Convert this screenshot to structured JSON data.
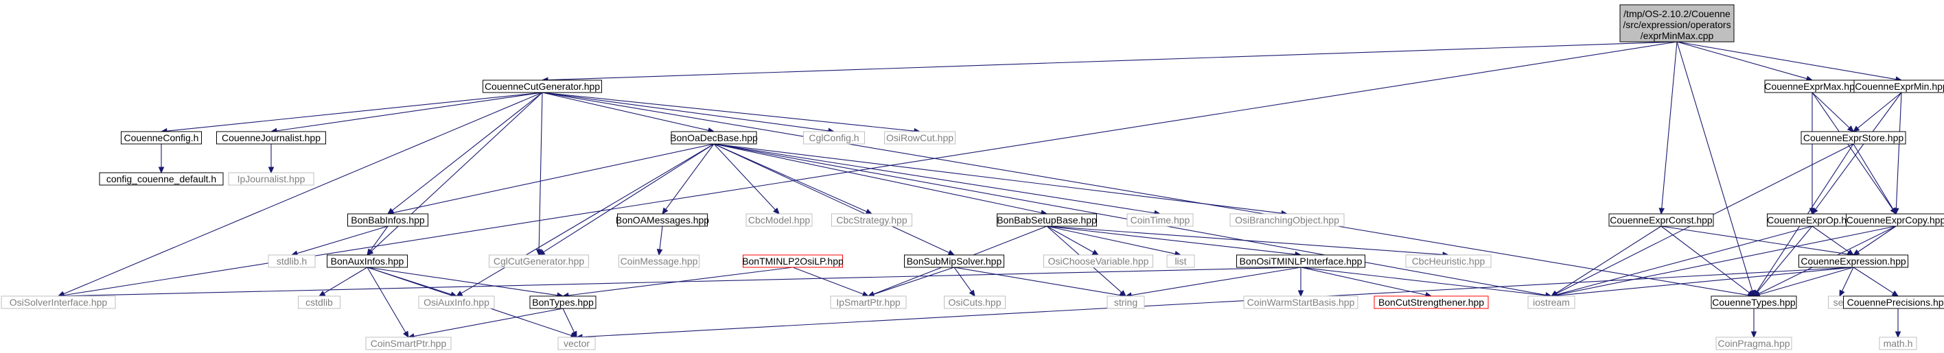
{
  "root": {
    "label_lines": [
      "/tmp/OS-2.10.2/Couenne",
      "/src/expression/operators",
      "/exprMinMax.cpp"
    ]
  },
  "colors": {
    "edge": "#191970",
    "border_normal": "#000000",
    "border_external": "#bfbfbf",
    "border_truncated": "#ff0000",
    "fill_root": "#bfbfbf",
    "text_normal": "#000000",
    "text_external": "#7f7f7f"
  },
  "nodes": [
    {
      "id": "CouenneCutGenerator",
      "label": "CouenneCutGenerator.hpp",
      "kind": "normal"
    },
    {
      "id": "CouenneExprMax",
      "label": "CouenneExprMax.hpp",
      "kind": "normal"
    },
    {
      "id": "CouenneExprMin",
      "label": "CouenneExprMin.hpp",
      "kind": "normal"
    },
    {
      "id": "CouenneConfig",
      "label": "CouenneConfig.h",
      "kind": "normal"
    },
    {
      "id": "CouenneJournalist",
      "label": "CouenneJournalist.hpp",
      "kind": "normal"
    },
    {
      "id": "BonOaDecBase",
      "label": "BonOaDecBase.hpp",
      "kind": "normal"
    },
    {
      "id": "CglConfig",
      "label": "CglConfig.h",
      "kind": "external"
    },
    {
      "id": "OsiRowCut",
      "label": "OsiRowCut.hpp",
      "kind": "external"
    },
    {
      "id": "CouenneExprStore",
      "label": "CouenneExprStore.hpp",
      "kind": "normal"
    },
    {
      "id": "config_couenne",
      "label": "config_couenne_default.h",
      "kind": "normal"
    },
    {
      "id": "IpJournalist",
      "label": "IpJournalist.hpp",
      "kind": "external"
    },
    {
      "id": "BonBabInfos",
      "label": "BonBabInfos.hpp",
      "kind": "normal"
    },
    {
      "id": "BonOAMessages",
      "label": "BonOAMessages.hpp",
      "kind": "normal"
    },
    {
      "id": "CbcModel",
      "label": "CbcModel.hpp",
      "kind": "external"
    },
    {
      "id": "CbcStrategy",
      "label": "CbcStrategy.hpp",
      "kind": "external"
    },
    {
      "id": "BonBabSetupBase",
      "label": "BonBabSetupBase.hpp",
      "kind": "normal"
    },
    {
      "id": "CoinTime",
      "label": "CoinTime.hpp",
      "kind": "external"
    },
    {
      "id": "OsiBranchingObject",
      "label": "OsiBranchingObject.hpp",
      "kind": "external"
    },
    {
      "id": "CouenneExprConst",
      "label": "CouenneExprConst.hpp",
      "kind": "normal"
    },
    {
      "id": "CouenneExprOp",
      "label": "CouenneExprOp.hpp",
      "kind": "normal"
    },
    {
      "id": "CouenneExprCopy",
      "label": "CouenneExprCopy.hpp",
      "kind": "normal"
    },
    {
      "id": "stdlib",
      "label": "stdlib.h",
      "kind": "external"
    },
    {
      "id": "BonAuxInfos",
      "label": "BonAuxInfos.hpp",
      "kind": "normal"
    },
    {
      "id": "CglCutGenerator",
      "label": "CglCutGenerator.hpp",
      "kind": "external"
    },
    {
      "id": "CoinMessage",
      "label": "CoinMessage.hpp",
      "kind": "external"
    },
    {
      "id": "BonTMINLP2OsiLP",
      "label": "BonTMINLP2OsiLP.hpp",
      "kind": "truncated"
    },
    {
      "id": "BonSubMipSolver",
      "label": "BonSubMipSolver.hpp",
      "kind": "normal"
    },
    {
      "id": "OsiChooseVariable",
      "label": "OsiChooseVariable.hpp",
      "kind": "external"
    },
    {
      "id": "list",
      "label": "list",
      "kind": "external"
    },
    {
      "id": "BonOsiTMINLPInterface",
      "label": "BonOsiTMINLPInterface.hpp",
      "kind": "normal"
    },
    {
      "id": "CbcHeuristic",
      "label": "CbcHeuristic.hpp",
      "kind": "external"
    },
    {
      "id": "CouenneExpression",
      "label": "CouenneExpression.hpp",
      "kind": "normal"
    },
    {
      "id": "OsiSolverInterface",
      "label": "OsiSolverInterface.hpp",
      "kind": "external"
    },
    {
      "id": "cstdlib",
      "label": "cstdlib",
      "kind": "external"
    },
    {
      "id": "OsiAuxInfo",
      "label": "OsiAuxInfo.hpp",
      "kind": "external"
    },
    {
      "id": "BonTypes",
      "label": "BonTypes.hpp",
      "kind": "normal"
    },
    {
      "id": "IpSmartPtr",
      "label": "IpSmartPtr.hpp",
      "kind": "external"
    },
    {
      "id": "OsiCuts",
      "label": "OsiCuts.hpp",
      "kind": "external"
    },
    {
      "id": "string",
      "label": "string",
      "kind": "external"
    },
    {
      "id": "CoinWarmStartBasis",
      "label": "CoinWarmStartBasis.hpp",
      "kind": "external"
    },
    {
      "id": "BonCutStrengthener",
      "label": "BonCutStrengthener.hpp",
      "kind": "truncated"
    },
    {
      "id": "iostream",
      "label": "iostream",
      "kind": "external"
    },
    {
      "id": "CouenneTypes",
      "label": "CouenneTypes.hpp",
      "kind": "normal"
    },
    {
      "id": "set",
      "label": "set",
      "kind": "external"
    },
    {
      "id": "CouennePrecisions",
      "label": "CouennePrecisions.hpp",
      "kind": "normal"
    },
    {
      "id": "CoinSmartPtr",
      "label": "CoinSmartPtr.hpp",
      "kind": "external"
    },
    {
      "id": "vector",
      "label": "vector",
      "kind": "external"
    },
    {
      "id": "CoinPragma",
      "label": "CoinPragma.hpp",
      "kind": "external"
    },
    {
      "id": "math",
      "label": "math.h",
      "kind": "external"
    }
  ],
  "edges": [
    [
      "root",
      "CouenneCutGenerator"
    ],
    [
      "root",
      "CouenneExprMax"
    ],
    [
      "root",
      "CouenneExprMin"
    ],
    [
      "root",
      "OsiSolverInterface"
    ],
    [
      "root",
      "CouenneExprConst"
    ],
    [
      "root",
      "CouenneTypes"
    ],
    [
      "CouenneCutGenerator",
      "CouenneConfig"
    ],
    [
      "CouenneCutGenerator",
      "CouenneJournalist"
    ],
    [
      "CouenneCutGenerator",
      "BonOaDecBase"
    ],
    [
      "CouenneCutGenerator",
      "CglConfig"
    ],
    [
      "CouenneCutGenerator",
      "OsiRowCut"
    ],
    [
      "CouenneCutGenerator",
      "BonBabInfos"
    ],
    [
      "CouenneCutGenerator",
      "BonAuxInfos"
    ],
    [
      "CouenneCutGenerator",
      "CglCutGenerator"
    ],
    [
      "CouenneCutGenerator",
      "OsiSolverInterface"
    ],
    [
      "CouenneCutGenerator",
      "CouenneTypes"
    ],
    [
      "CouenneConfig",
      "config_couenne"
    ],
    [
      "CouenneJournalist",
      "IpJournalist"
    ],
    [
      "BonOaDecBase",
      "BonBabInfos"
    ],
    [
      "BonOaDecBase",
      "BonOAMessages"
    ],
    [
      "BonOaDecBase",
      "CbcModel"
    ],
    [
      "BonOaDecBase",
      "CbcStrategy"
    ],
    [
      "BonOaDecBase",
      "BonBabSetupBase"
    ],
    [
      "BonOaDecBase",
      "CoinTime"
    ],
    [
      "BonOaDecBase",
      "OsiBranchingObject"
    ],
    [
      "BonOaDecBase",
      "CglCutGenerator"
    ],
    [
      "BonOaDecBase",
      "OsiAuxInfo"
    ],
    [
      "BonOaDecBase",
      "BonSubMipSolver"
    ],
    [
      "BonOaDecBase",
      "iostream"
    ],
    [
      "BonBabInfos",
      "stdlib"
    ],
    [
      "BonBabInfos",
      "BonAuxInfos"
    ],
    [
      "BonOAMessages",
      "CoinMessage"
    ],
    [
      "BonBabSetupBase",
      "BonOsiTMINLPInterface"
    ],
    [
      "BonBabSetupBase",
      "OsiChooseVariable"
    ],
    [
      "BonBabSetupBase",
      "list"
    ],
    [
      "BonBabSetupBase",
      "string"
    ],
    [
      "BonBabSetupBase",
      "CbcHeuristic"
    ],
    [
      "BonBabSetupBase",
      "IpSmartPtr"
    ],
    [
      "BonAuxInfos",
      "cstdlib"
    ],
    [
      "BonAuxInfos",
      "OsiAuxInfo"
    ],
    [
      "BonAuxInfos",
      "BonTypes"
    ],
    [
      "BonAuxInfos",
      "CoinSmartPtr"
    ],
    [
      "BonAuxInfos",
      "vector"
    ],
    [
      "BonTMINLP2OsiLP",
      "BonTypes"
    ],
    [
      "BonTMINLP2OsiLP",
      "IpSmartPtr"
    ],
    [
      "BonSubMipSolver",
      "IpSmartPtr"
    ],
    [
      "BonSubMipSolver",
      "OsiCuts"
    ],
    [
      "BonSubMipSolver",
      "string"
    ],
    [
      "BonOsiTMINLPInterface",
      "OsiSolverInterface"
    ],
    [
      "BonOsiTMINLPInterface",
      "string"
    ],
    [
      "BonOsiTMINLPInterface",
      "CoinWarmStartBasis"
    ],
    [
      "BonOsiTMINLPInterface",
      "BonCutStrengthener"
    ],
    [
      "BonOsiTMINLPInterface",
      "iostream"
    ],
    [
      "BonTypes",
      "vector"
    ],
    [
      "BonTypes",
      "CoinSmartPtr"
    ],
    [
      "CouenneExprMax",
      "CouenneExprStore"
    ],
    [
      "CouenneExprMax",
      "CouenneExprOp"
    ],
    [
      "CouenneExprMax",
      "CouenneExprCopy"
    ],
    [
      "CouenneExprMin",
      "CouenneExprStore"
    ],
    [
      "CouenneExprMin",
      "CouenneExprOp"
    ],
    [
      "CouenneExprMin",
      "CouenneExprCopy"
    ],
    [
      "CouenneExprStore",
      "CouenneExprCopy"
    ],
    [
      "CouenneExprStore",
      "iostream"
    ],
    [
      "CouenneExprStore",
      "CouenneTypes"
    ],
    [
      "CouenneExprConst",
      "CouenneExpression"
    ],
    [
      "CouenneExprConst",
      "iostream"
    ],
    [
      "CouenneExprConst",
      "CouenneTypes"
    ],
    [
      "CouenneExprOp",
      "CouenneExpression"
    ],
    [
      "CouenneExprOp",
      "iostream"
    ],
    [
      "CouenneExprOp",
      "CouenneTypes"
    ],
    [
      "CouenneExprCopy",
      "CouenneExpression"
    ],
    [
      "CouenneExprCopy",
      "iostream"
    ],
    [
      "CouenneExprCopy",
      "CouenneTypes"
    ],
    [
      "CouenneExpression",
      "iostream"
    ],
    [
      "CouenneExpression",
      "set"
    ],
    [
      "CouenneExpression",
      "vector"
    ],
    [
      "CouenneExpression",
      "CouenneTypes"
    ],
    [
      "CouenneExpression",
      "CouennePrecisions"
    ],
    [
      "CouenneTypes",
      "CoinPragma"
    ],
    [
      "CouennePrecisions",
      "math"
    ]
  ]
}
